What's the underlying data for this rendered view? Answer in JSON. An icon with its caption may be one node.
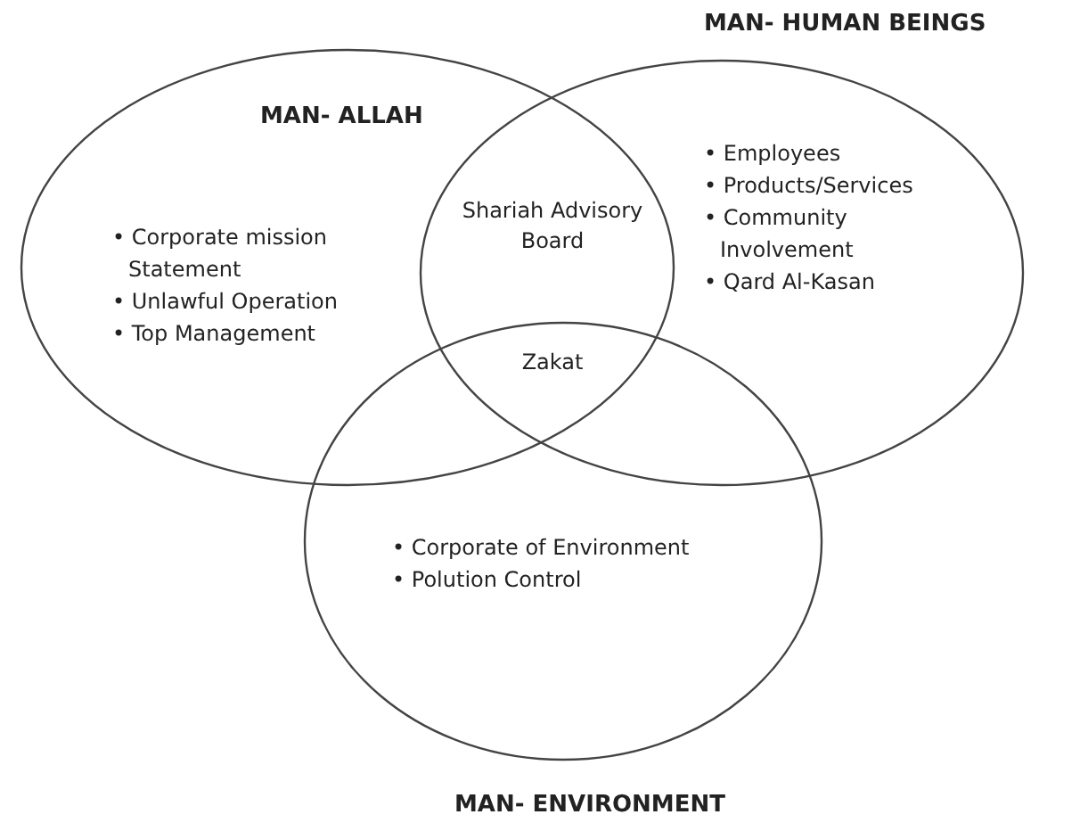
{
  "diagram": {
    "nodes": [
      {
        "text": [
          "MAN- ALLAH",
          "• Corporate mission Statement",
          "• Unlawful Operation",
          "• Top Management"
        ]
      },
      {
        "text": [
          "MAN- HUMAN BEINGS",
          "• Employees",
          "• Products/Services",
          "• Community Involvement",
          "• Qard Al-Kasan"
        ]
      },
      {
        "text": [
          "• Corporate of Environment",
          "• Polution Control",
          "MAN- ENVIRONMENT"
        ]
      }
    ],
    "edges": [],
    "labels": [
      "Shariah Advisory Board",
      "Zakat"
    ]
  }
}
